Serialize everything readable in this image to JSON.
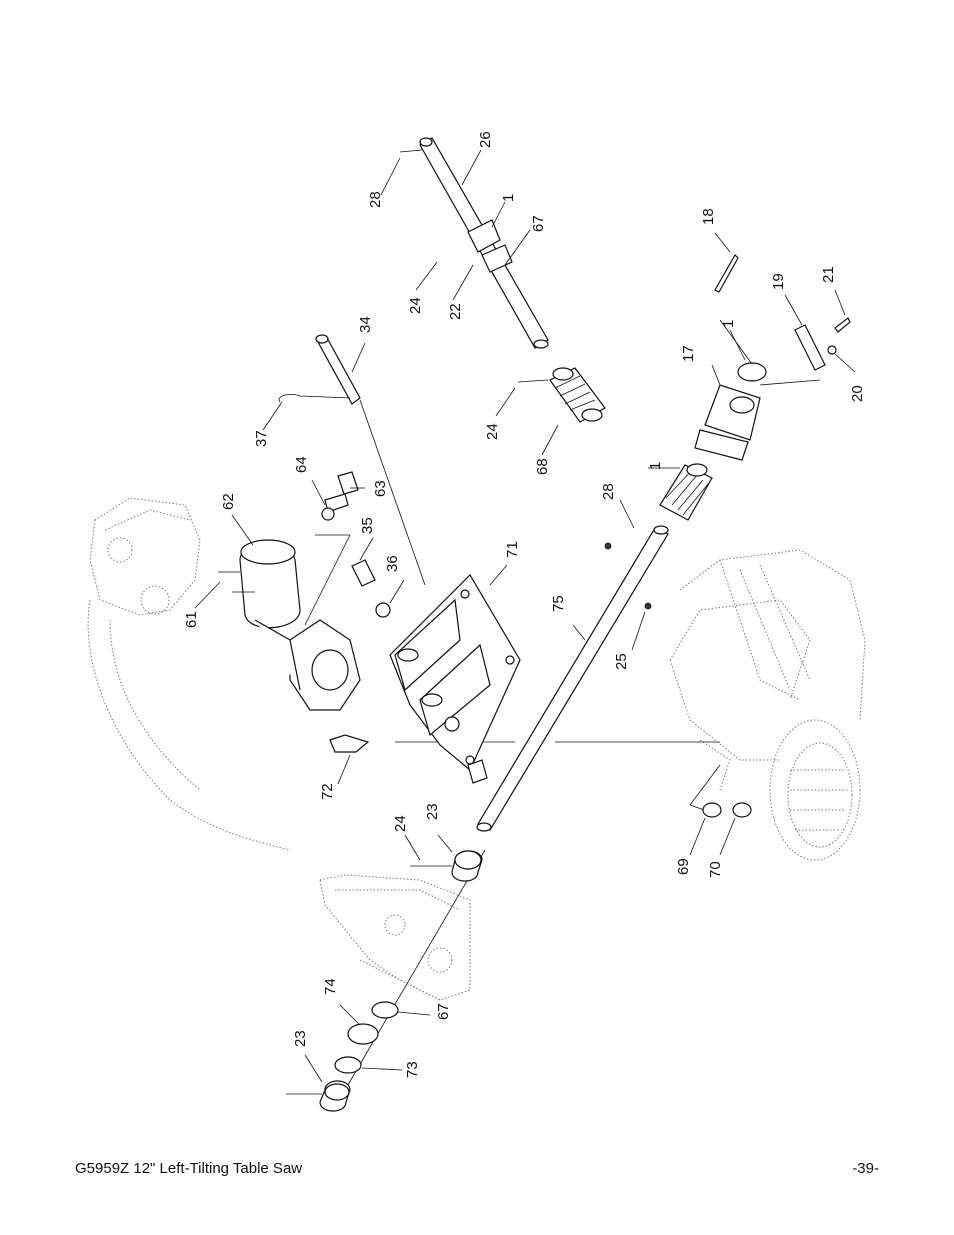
{
  "footer": {
    "title": "G5959Z 12\" Left-Tilting Table Saw",
    "page": "-39-"
  },
  "callouts": [
    "26",
    "28",
    "1",
    "67",
    "24",
    "22",
    "24",
    "68",
    "34",
    "37",
    "64",
    "63",
    "62",
    "61",
    "35",
    "36",
    "71",
    "72",
    "18",
    "19",
    "21",
    "1",
    "17",
    "20",
    "1",
    "28",
    "75",
    "25",
    "69",
    "70",
    "24",
    "23",
    "74",
    "67",
    "23",
    "73"
  ]
}
